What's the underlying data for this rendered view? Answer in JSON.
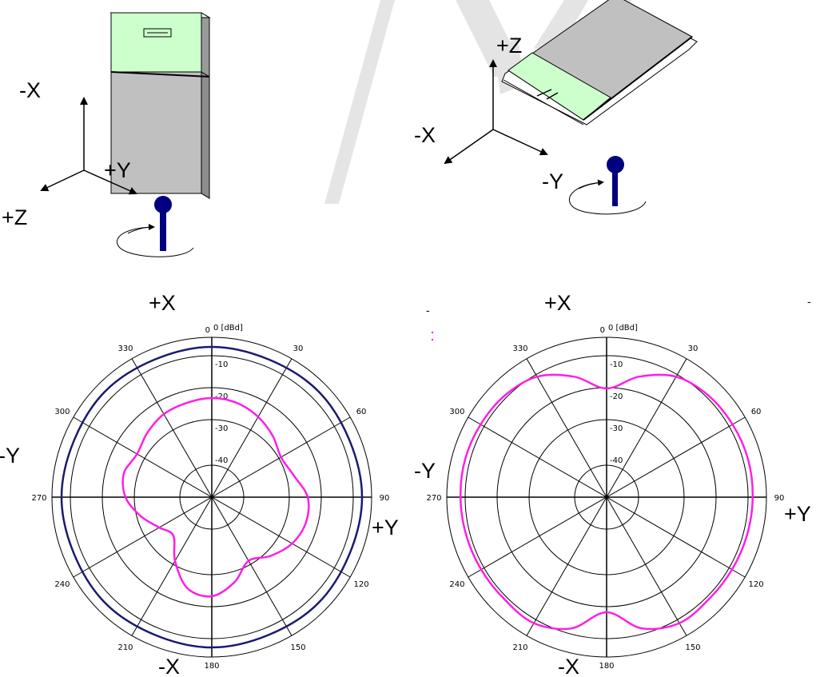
{
  "top_left": {
    "axis_labels": {
      "neg_x": "-X",
      "pos_y": "+Y",
      "pos_z": "+Z"
    }
  },
  "top_right": {
    "axis_labels": {
      "pos_z": "+Z",
      "neg_x": "-X",
      "neg_y": "-Y"
    }
  },
  "colors": {
    "board_gray": "#c0c0c0",
    "board_green": "#ccffcc",
    "antenna_blue": "#000080",
    "ring_color": "#1a1a6e",
    "pattern_magenta": "#ff1ee6",
    "watermark": "#e0e0e0"
  },
  "chart_data": [
    {
      "type": "polar",
      "unit_label": "0 [dBd]",
      "zero_tick": "0",
      "radial_ticks": [
        "-10",
        "-20",
        "-30",
        "-40"
      ],
      "rlim": [
        -50,
        0
      ],
      "angle_labels": [
        "330",
        "30",
        "300",
        "60",
        "270",
        "90",
        "240",
        "120",
        "210",
        "150",
        "180"
      ],
      "direction_labels": {
        "top": "+X",
        "bottom": "-X",
        "left": "-Y",
        "right": "+Y"
      },
      "series": [
        {
          "values_theta_deg": [
            0,
            45,
            90,
            135,
            180,
            225,
            270,
            315
          ],
          "values_dbd": [
            -3,
            -3,
            -3,
            -3,
            -3,
            -3,
            -3,
            -3
          ]
        },
        {
          "values_theta_deg": [
            0,
            15,
            30,
            45,
            60,
            75,
            90,
            105,
            120,
            135,
            150,
            165,
            180,
            195,
            210,
            225,
            240,
            255,
            270,
            285,
            300,
            315,
            330,
            345
          ],
          "values_dbd": [
            -19,
            -19.5,
            -21,
            -23,
            -25,
            -23.5,
            -20,
            -19.5,
            -21,
            -24,
            -27,
            -22.5,
            -19,
            -20.5,
            -27,
            -33,
            -31,
            -27,
            -23,
            -21.5,
            -23,
            -21.5,
            -20,
            -19.5
          ]
        }
      ]
    },
    {
      "type": "polar",
      "unit_label": "0 [dBd]",
      "zero_tick": "0",
      "radial_ticks": [
        "-10",
        "-20",
        "-30",
        "-40"
      ],
      "rlim": [
        -50,
        0
      ],
      "angle_labels": [
        "330",
        "30",
        "300",
        "60",
        "270",
        "90",
        "240",
        "120",
        "210",
        "150",
        "180"
      ],
      "direction_labels": {
        "top": "+X",
        "bottom": "-X",
        "left": "-Y",
        "right": "+Y"
      },
      "series": [
        {
          "values_theta_deg": [
            0,
            15,
            30,
            45,
            60,
            75,
            90,
            105,
            120,
            135,
            150,
            165,
            180,
            195,
            210,
            225,
            240,
            255,
            270,
            285,
            300,
            315,
            330,
            345
          ],
          "values_dbd": [
            -16,
            -11,
            -6.5,
            -5,
            -4.5,
            -4.2,
            -4.3,
            -4.5,
            -4.7,
            -4.8,
            -4.5,
            -7.5,
            -14,
            -7.5,
            -4.5,
            -4.8,
            -4.7,
            -4.5,
            -4.3,
            -4.2,
            -4.5,
            -5,
            -6.5,
            -11
          ]
        }
      ]
    }
  ]
}
